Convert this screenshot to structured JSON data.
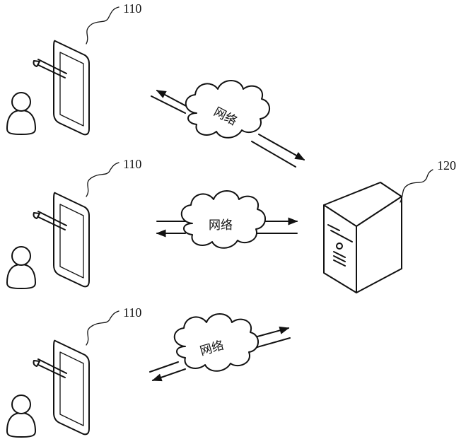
{
  "terminals": [
    {
      "ref": "110"
    },
    {
      "ref": "110"
    },
    {
      "ref": "110"
    }
  ],
  "server": {
    "ref": "120"
  },
  "networks": [
    {
      "label": "网络"
    },
    {
      "label": "网络"
    },
    {
      "label": "网络"
    }
  ]
}
